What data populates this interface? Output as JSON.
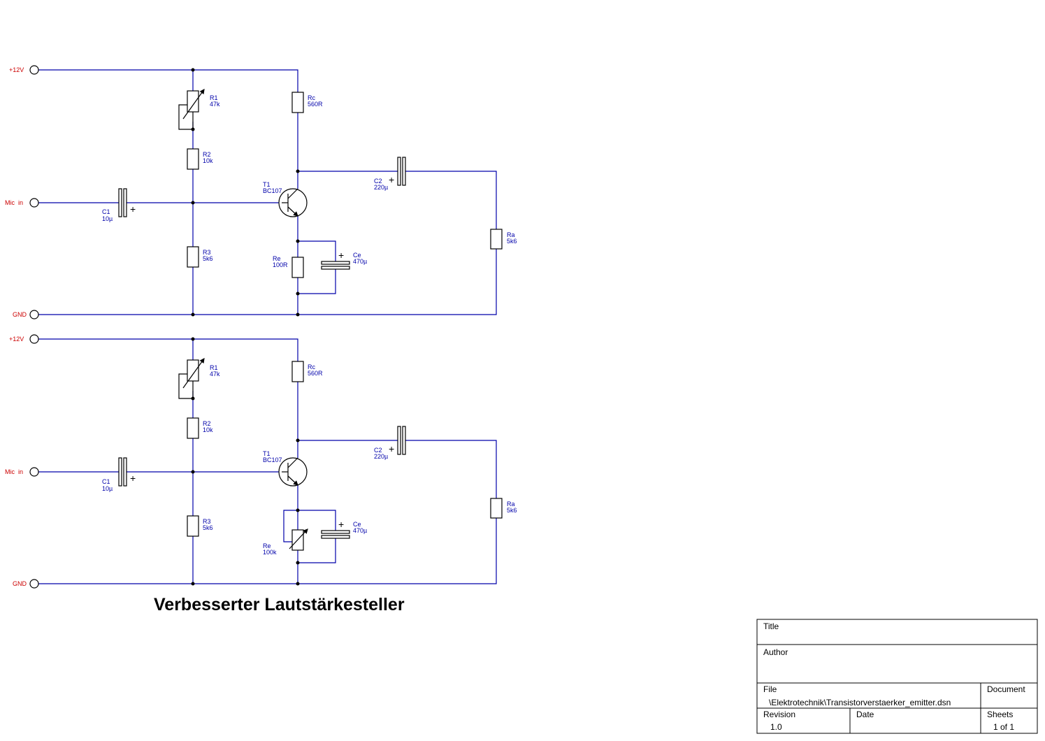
{
  "heading": "Verbesserter Lautstärkesteller",
  "circuits": [
    {
      "ports": {
        "vcc": "+12V",
        "input": "Mic  in",
        "gnd": "GND"
      },
      "r1": {
        "ref": "R1",
        "value": "47k"
      },
      "r2": {
        "ref": "R2",
        "value": "10k"
      },
      "r3": {
        "ref": "R3",
        "value": "5k6"
      },
      "rc": {
        "ref": "Rc",
        "value": "560R"
      },
      "t1": {
        "ref": "T1",
        "value": "BC107"
      },
      "c1": {
        "ref": "C1",
        "value": "10µ"
      },
      "c2": {
        "ref": "C2",
        "value": "220µ"
      },
      "re": {
        "ref": "Re",
        "value": "100R"
      },
      "ce": {
        "ref": "Ce",
        "value": "470µ"
      },
      "ra": {
        "ref": "Ra",
        "value": "5k6"
      }
    },
    {
      "ports": {
        "vcc": "+12V",
        "input": "Mic  in",
        "gnd": "GND"
      },
      "r1": {
        "ref": "R1",
        "value": "47k"
      },
      "r2": {
        "ref": "R2",
        "value": "10k"
      },
      "r3": {
        "ref": "R3",
        "value": "5k6"
      },
      "rc": {
        "ref": "Rc",
        "value": "560R"
      },
      "t1": {
        "ref": "T1",
        "value": "BC107"
      },
      "c1": {
        "ref": "C1",
        "value": "10µ"
      },
      "c2": {
        "ref": "C2",
        "value": "220µ"
      },
      "re": {
        "ref": "Re",
        "value": "100k"
      },
      "ce": {
        "ref": "Ce",
        "value": "470µ"
      },
      "ra": {
        "ref": "Ra",
        "value": "5k6"
      }
    }
  ],
  "title_block": {
    "title_label": "Title",
    "title_value": "",
    "author_label": "Author",
    "author_value": "",
    "file_label": "File",
    "file_value": "\\Elektrotechnik\\Transistorverstaerker_emitter.dsn",
    "document_label": "Document",
    "document_value": "",
    "revision_label": "Revision",
    "revision_value": "1.0",
    "date_label": "Date",
    "date_value": "",
    "sheets_label": "Sheets",
    "sheets_value": "1 of 1"
  }
}
